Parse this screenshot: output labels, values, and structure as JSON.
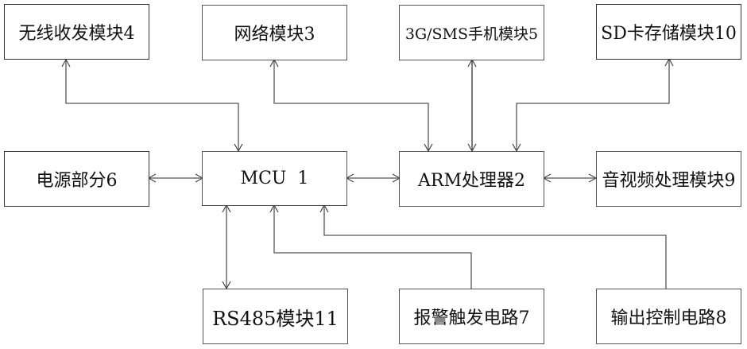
{
  "diagram": {
    "type": "block-diagram",
    "nodes": {
      "wireless": {
        "label": "无线收发模块4"
      },
      "network": {
        "label": "网络模块3"
      },
      "mobile3g": {
        "label": "3G/SMS手机模块5"
      },
      "sdcard": {
        "label": "SD卡存储模块10"
      },
      "power": {
        "label": "电源部分6"
      },
      "mcu": {
        "label": "MCU  1"
      },
      "arm": {
        "label": "ARM处理器2"
      },
      "av": {
        "label": "音视频处理模块9"
      },
      "rs485": {
        "label": "RS485模块11"
      },
      "alarm": {
        "label": "报警触发电路7"
      },
      "output": {
        "label": "输出控制电路8"
      }
    },
    "edges": [
      {
        "from": "mcu",
        "to": "wireless",
        "direction": "to-target"
      },
      {
        "from": "arm",
        "to": "network",
        "direction": "to-target"
      },
      {
        "from": "arm",
        "to": "mobile3g",
        "direction": "both"
      },
      {
        "from": "arm",
        "to": "sdcard",
        "direction": "both"
      },
      {
        "from": "wireless",
        "to": "mcu",
        "direction": "to-target"
      },
      {
        "from": "network",
        "to": "arm",
        "direction": "to-target"
      },
      {
        "from": "power",
        "to": "mcu",
        "direction": "both"
      },
      {
        "from": "mcu",
        "to": "arm",
        "direction": "both"
      },
      {
        "from": "arm",
        "to": "av",
        "direction": "both"
      },
      {
        "from": "mcu",
        "to": "rs485",
        "direction": "both"
      },
      {
        "from": "alarm",
        "to": "mcu",
        "direction": "to-target"
      },
      {
        "from": "output",
        "to": "mcu",
        "direction": "to-target"
      }
    ]
  }
}
